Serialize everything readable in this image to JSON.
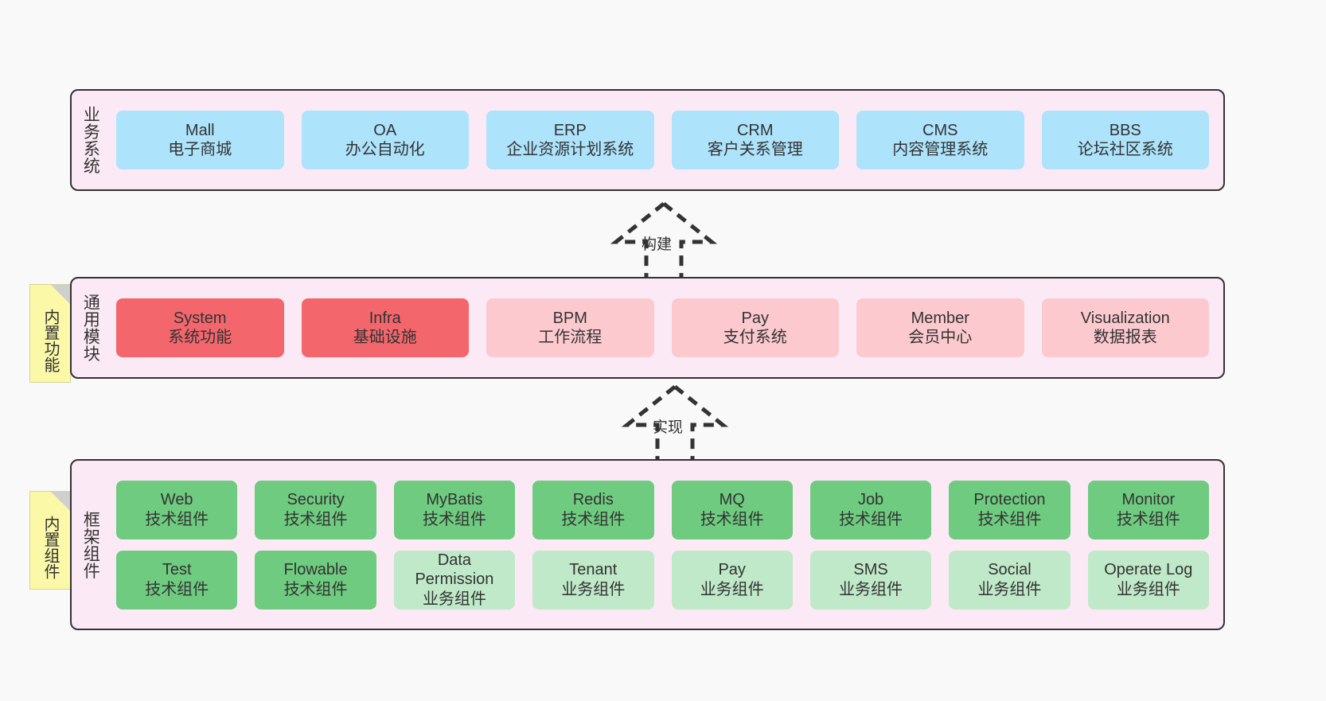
{
  "diagram": {
    "background_color": "#f9f9f9",
    "layers": [
      {
        "id": "business",
        "title": "业务系统",
        "fill": "#fbeaf5",
        "node_color": "#ade3fb",
        "rows": [
          {
            "nodes": [
              {
                "name": "Mall",
                "sub": "电子商城",
                "color": "blue"
              },
              {
                "name": "OA",
                "sub": "办公自动化",
                "color": "blue"
              },
              {
                "name": "ERP",
                "sub": "企业资源计划系统",
                "color": "blue"
              },
              {
                "name": "CRM",
                "sub": "客户关系管理",
                "color": "blue"
              },
              {
                "name": "CMS",
                "sub": "内容管理系统",
                "color": "blue"
              },
              {
                "name": "BBS",
                "sub": "论坛社区系统",
                "color": "blue"
              }
            ]
          }
        ]
      },
      {
        "id": "common",
        "title": "通用模块",
        "fill": "#fbeaf5",
        "note": "内置功能",
        "rows": [
          {
            "nodes": [
              {
                "name": "System",
                "sub": "系统功能",
                "color": "red"
              },
              {
                "name": "Infra",
                "sub": "基础设施",
                "color": "red"
              },
              {
                "name": "BPM",
                "sub": "工作流程",
                "color": "pink"
              },
              {
                "name": "Pay",
                "sub": "支付系统",
                "color": "pink"
              },
              {
                "name": "Member",
                "sub": "会员中心",
                "color": "pink"
              },
              {
                "name": "Visualization",
                "sub": "数据报表",
                "color": "pink"
              }
            ]
          }
        ]
      },
      {
        "id": "framework",
        "title": "框架组件",
        "fill": "#fbeaf5",
        "note": "内置组件",
        "rows": [
          {
            "nodes": [
              {
                "name": "Web",
                "sub": "技术组件",
                "color": "green"
              },
              {
                "name": "Security",
                "sub": "技术组件",
                "color": "green"
              },
              {
                "name": "MyBatis",
                "sub": "技术组件",
                "color": "green"
              },
              {
                "name": "Redis",
                "sub": "技术组件",
                "color": "green"
              },
              {
                "name": "MQ",
                "sub": "技术组件",
                "color": "green"
              },
              {
                "name": "Job",
                "sub": "技术组件",
                "color": "green"
              },
              {
                "name": "Protection",
                "sub": "技术组件",
                "color": "green"
              },
              {
                "name": "Monitor",
                "sub": "技术组件",
                "color": "green"
              }
            ]
          },
          {
            "nodes": [
              {
                "name": "Test",
                "sub": "技术组件",
                "color": "green"
              },
              {
                "name": "Flowable",
                "sub": "技术组件",
                "color": "green"
              },
              {
                "name": "Data Permission",
                "sub": "业务组件",
                "color": "lgreen"
              },
              {
                "name": "Tenant",
                "sub": "业务组件",
                "color": "lgreen"
              },
              {
                "name": "Pay",
                "sub": "业务组件",
                "color": "lgreen"
              },
              {
                "name": "SMS",
                "sub": "业务组件",
                "color": "lgreen"
              },
              {
                "name": "Social",
                "sub": "业务组件",
                "color": "lgreen"
              },
              {
                "name": "Operate Log",
                "sub": "业务组件",
                "color": "lgreen"
              }
            ]
          }
        ]
      }
    ],
    "arrows": [
      {
        "id": "build",
        "label": "构建",
        "direction": "up",
        "style": "dashed-hollow"
      },
      {
        "id": "impl",
        "label": "实现",
        "direction": "up",
        "style": "dashed-hollow"
      }
    ]
  }
}
